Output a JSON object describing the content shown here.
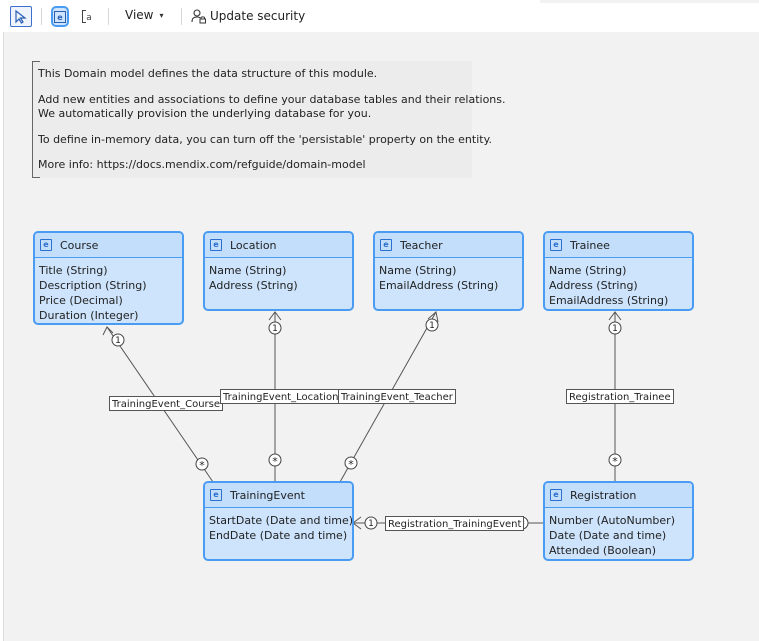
{
  "toolbar": {
    "view_label": "View",
    "view_caret": "▾",
    "update_security_label": "Update security"
  },
  "note": {
    "lines": [
      "This Domain model defines the data structure of this module.",
      "Add new entities and associations to define your database tables and their relations.\nWe automatically provision the underlying database for you.",
      "To define in-memory data, you can turn off the 'persistable' property on the entity.",
      "More info: https://docs.mendix.com/refguide/domain-model"
    ]
  },
  "entity_icon_glyph": "e",
  "entities": {
    "course": {
      "name": "Course",
      "attributes": [
        "Title (String)",
        "Description (String)",
        "Price (Decimal)",
        "Duration (Integer)"
      ]
    },
    "location": {
      "name": "Location",
      "attributes": [
        "Name (String)",
        "Address (String)"
      ]
    },
    "teacher": {
      "name": "Teacher",
      "attributes": [
        "Name (String)",
        "EmailAddress (String)"
      ]
    },
    "trainee": {
      "name": "Trainee",
      "attributes": [
        "Name (String)",
        "Address (String)",
        "EmailAddress (String)"
      ]
    },
    "training_event": {
      "name": "TrainingEvent",
      "attributes": [
        "StartDate (Date and time)",
        "EndDate (Date and time)"
      ]
    },
    "registration": {
      "name": "Registration",
      "attributes": [
        "Number (AutoNumber)",
        "Date (Date and time)",
        "Attended (Boolean)"
      ]
    }
  },
  "associations": {
    "training_event_course": "TrainingEvent_Course",
    "training_event_location": "TrainingEvent_Location",
    "training_event_teacher": "TrainingEvent_Teacher",
    "registration_trainee": "Registration_Trainee",
    "registration_training_event": "Registration_TrainingEvent"
  },
  "multiplicity": {
    "one": "1",
    "many": "*"
  },
  "colors": {
    "entity_fill": "#cde4fc",
    "entity_border": "#4a9cf2",
    "canvas": "#f2f2f2",
    "accent": "#2b5fb4"
  }
}
